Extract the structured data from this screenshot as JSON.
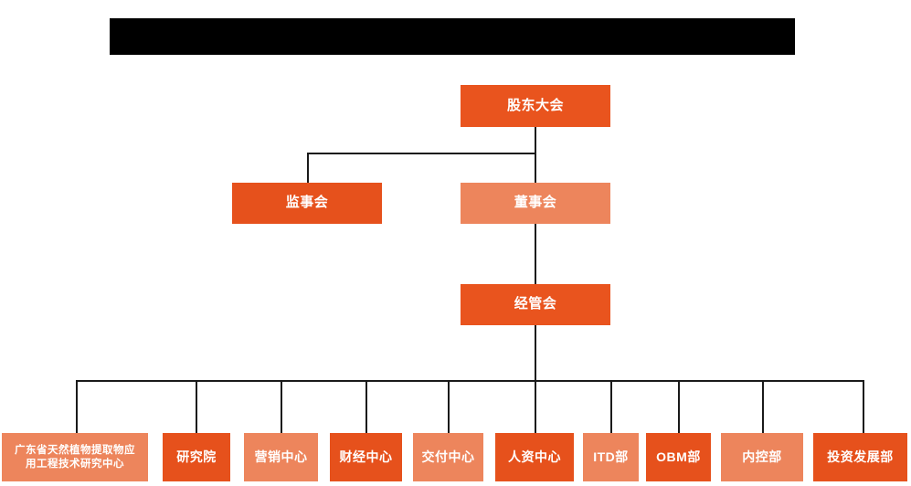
{
  "diagram": {
    "title_redacted": true,
    "background_color": "#ffffff",
    "colors": {
      "accent_dark": "#E6511C",
      "accent_mid": "#E9541E",
      "accent_light": "#ED855C",
      "connector": "#1a1a1a",
      "redaction": "#000000",
      "node_text": "#ffffff"
    }
  },
  "redacted_title_bar": {
    "label": ""
  },
  "nodes": {
    "shareholders_meeting": {
      "label": "股东大会"
    },
    "board_of_supervisors": {
      "label": "监事会"
    },
    "board_of_directors": {
      "label": "董事会"
    },
    "management_committee": {
      "label": "经管会"
    }
  },
  "departments": [
    {
      "label": "广东省天然植物提取物应\n用工程技术研究中心",
      "tone": "light"
    },
    {
      "label": "研究院",
      "tone": "dark"
    },
    {
      "label": "营销中心",
      "tone": "light"
    },
    {
      "label": "财经中心",
      "tone": "dark"
    },
    {
      "label": "交付中心",
      "tone": "light"
    },
    {
      "label": "人资中心",
      "tone": "dark"
    },
    {
      "label": "ITD部",
      "tone": "light"
    },
    {
      "label": "OBM部",
      "tone": "dark"
    },
    {
      "label": "内控部",
      "tone": "light"
    },
    {
      "label": "投资发展部",
      "tone": "dark"
    }
  ]
}
